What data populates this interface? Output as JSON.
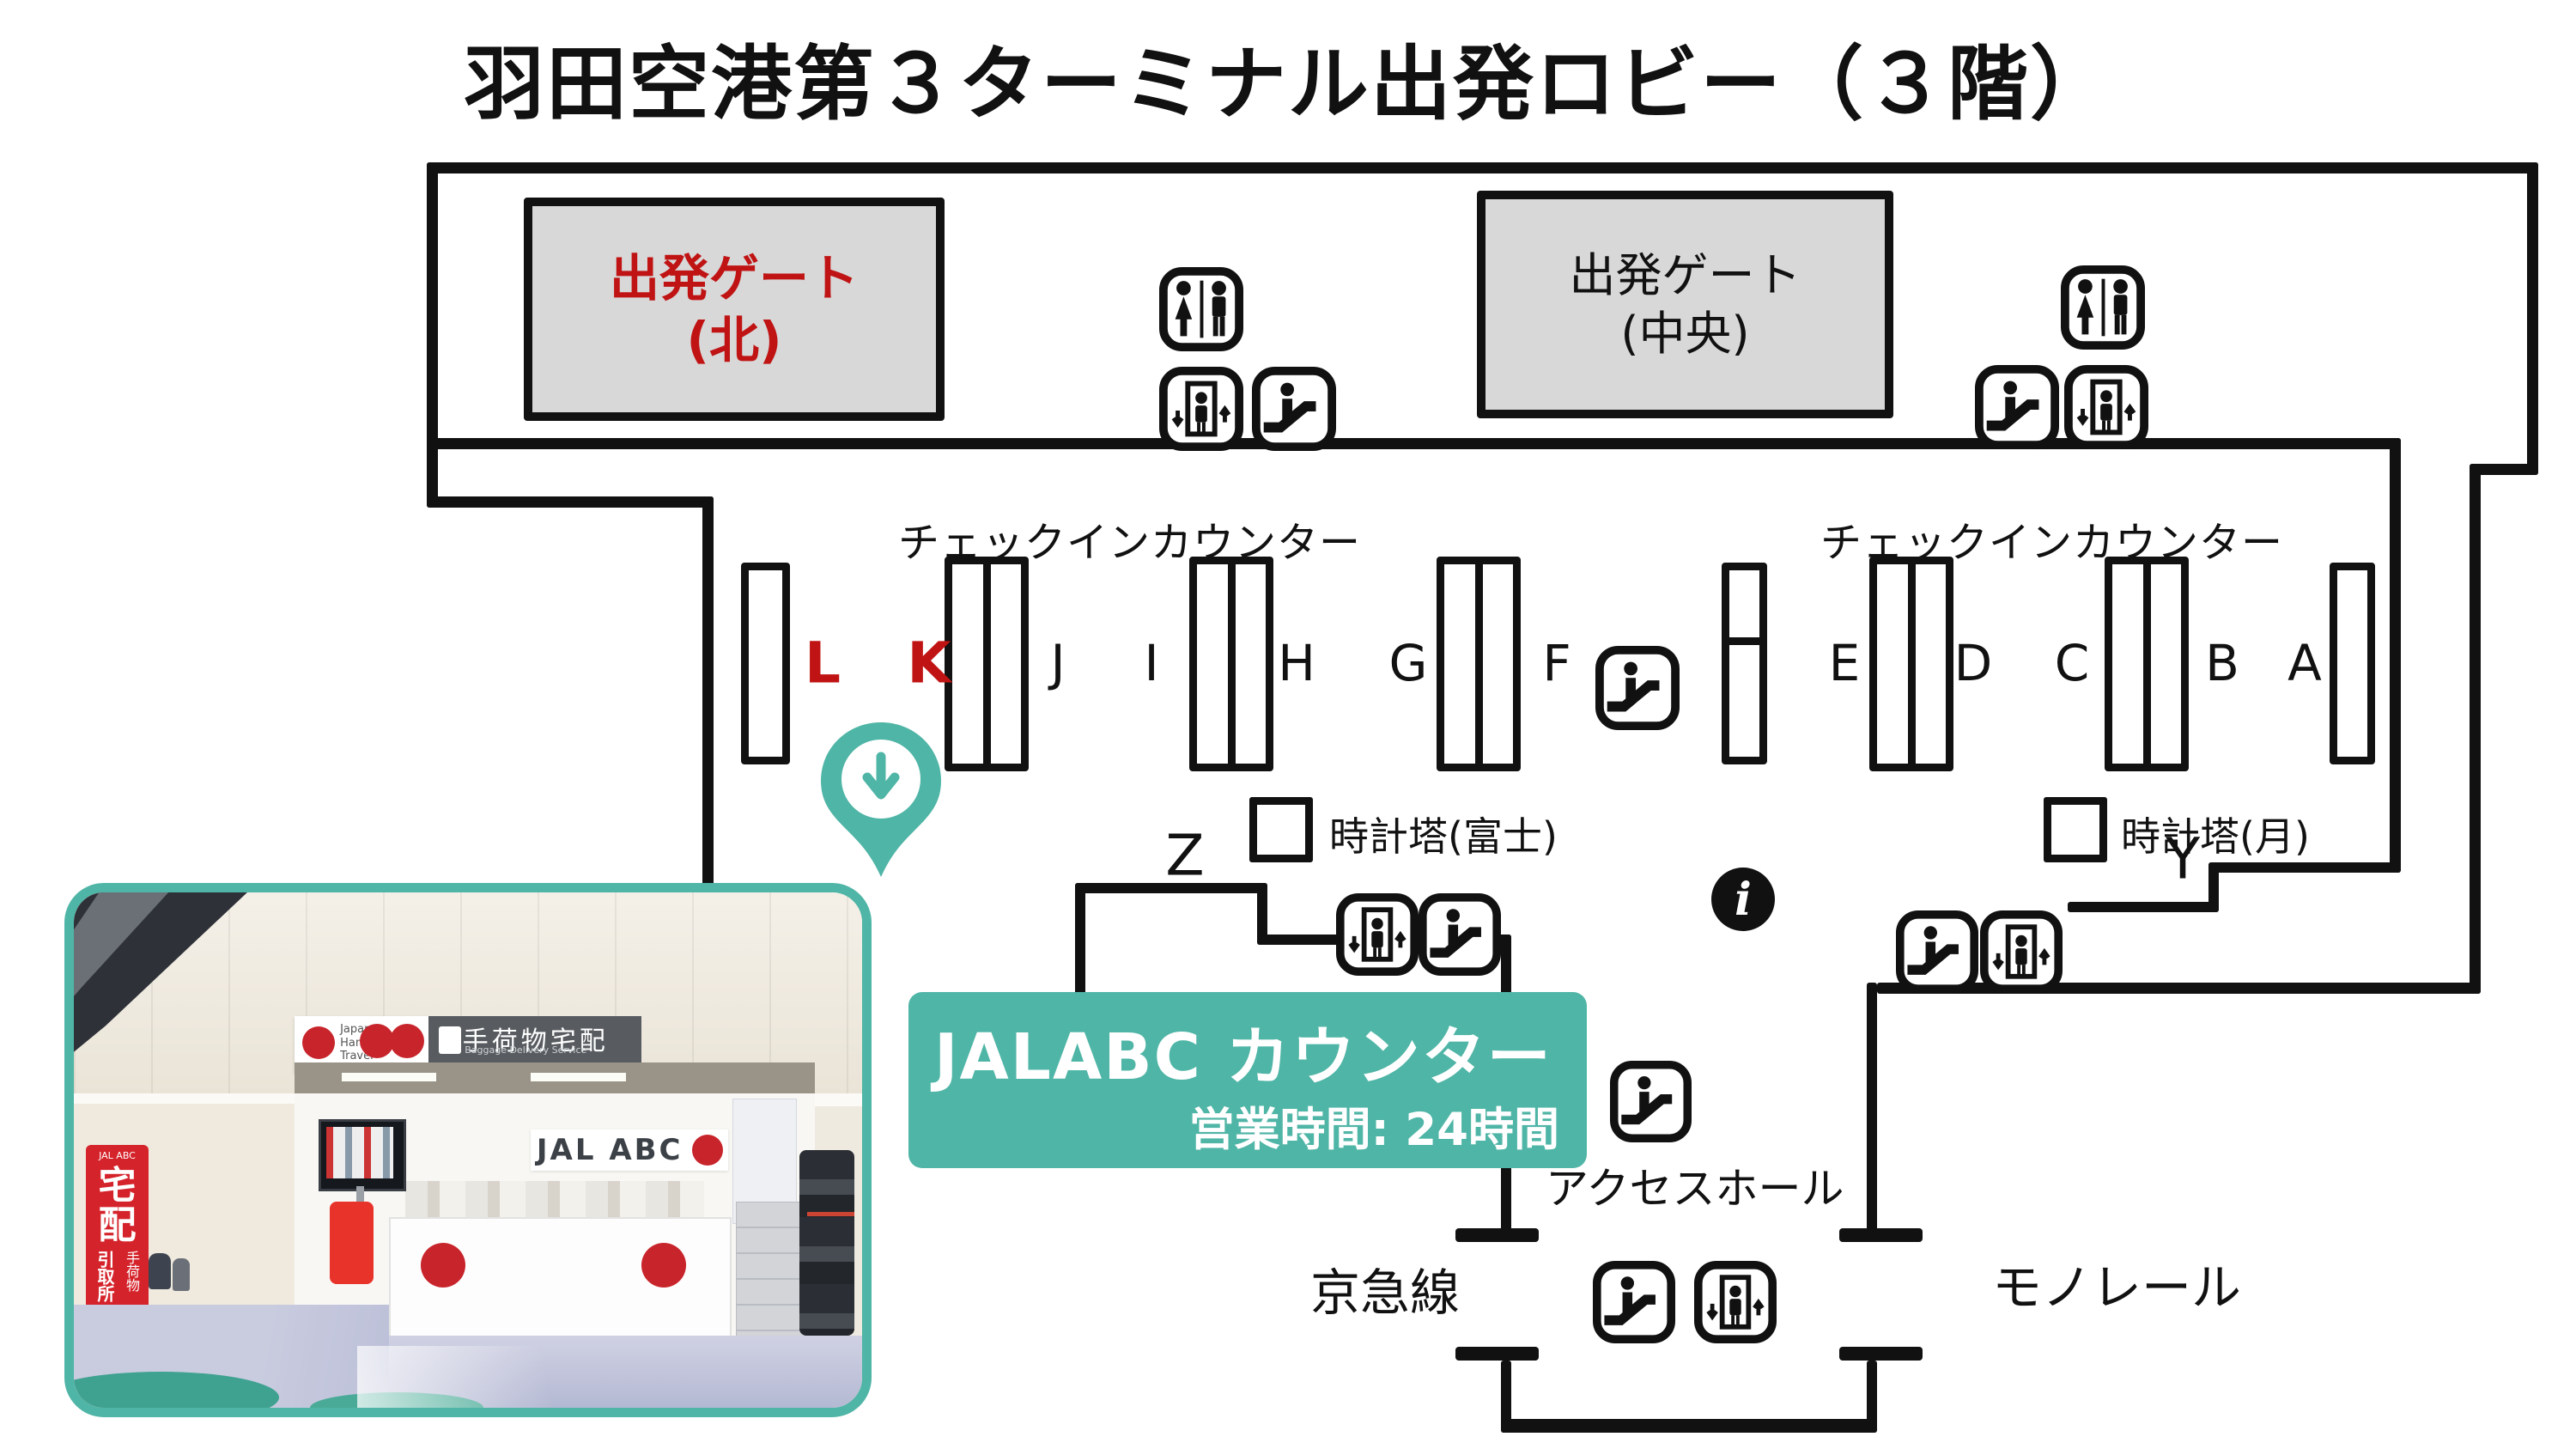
{
  "title": "羽田空港第３ターミナル出発ロビー（３階）",
  "map": {
    "gate_north_line1": "出発ゲート",
    "gate_north_line2": "(北)",
    "gate_central_line1": "出発ゲート",
    "gate_central_line2": "(中央)",
    "checkin_label_left": "チェックインカウンター",
    "checkin_label_right": "チェックインカウンター",
    "counter_letters": [
      "L",
      "K",
      "J",
      "I",
      "H",
      "G",
      "F",
      "E",
      "D",
      "C",
      "B",
      "A"
    ],
    "clock_fuji_label": "時計塔(富士)",
    "clock_moon_label": "時計塔(月)",
    "zone_z": "Z",
    "zone_y": "Y",
    "info_glyph": "i",
    "access_hall_label": "アクセスホール",
    "keikyu_label": "京急線",
    "monorail_label": "モノレール"
  },
  "banner": {
    "title": "JALABC カウンター",
    "hours": "営業時間: 24時間"
  },
  "photo": {
    "sign_baggage_delivery": "手荷物宅配",
    "sign_baggage_delivery_sub": "Baggage Delivery Service",
    "sign_hands_free_1": "Japan.",
    "sign_hands_free_2": "Hands-Free",
    "sign_hands_free_3": "Travel",
    "counter_logo": "JAL ABC",
    "red_banner_logo": "JAL ABC",
    "red_banner_main": "宅配",
    "red_banner_sub1": "引取所",
    "red_banner_sub2": "手荷物"
  },
  "icons": {
    "restroom": "restroom-icon",
    "elevator": "elevator-icon",
    "escalator": "escalator-icon",
    "info": "info-icon",
    "location_pin": "location-pin-icon"
  },
  "colors": {
    "teal": "#4FB5A6",
    "red_accent": "#C01414",
    "gate_box_gray": "#D8D8D8",
    "wall_black": "#111111",
    "photo_sign_red": "#D5232B"
  }
}
